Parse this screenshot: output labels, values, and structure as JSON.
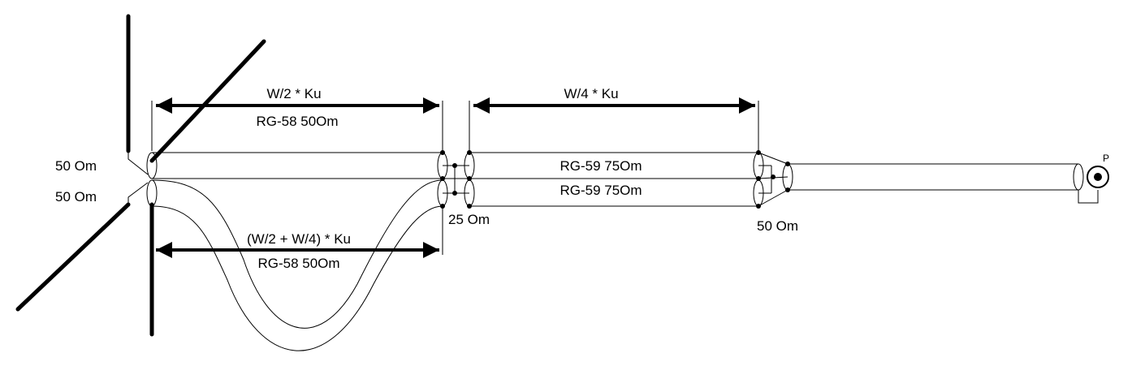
{
  "labels": {
    "half_wave_dim": "W/2 * Ku",
    "top_cable": "RG-58 50Om",
    "quarter_wave_dim": "W/4 * Ku",
    "impedance_left_top": "50 Om",
    "impedance_left_bottom": "50 Om",
    "junction_impedance": "25 Om",
    "upper_line": "RG-59 75Om",
    "lower_line": "RG-59 75Om",
    "output_impedance": "50 Om",
    "loop_dim": "(W/2 + W/4) * Ku",
    "loop_cable": "RG-58 50Om",
    "port_label": "P"
  },
  "colors": {
    "ink": "#000000",
    "paper": "#ffffff"
  }
}
